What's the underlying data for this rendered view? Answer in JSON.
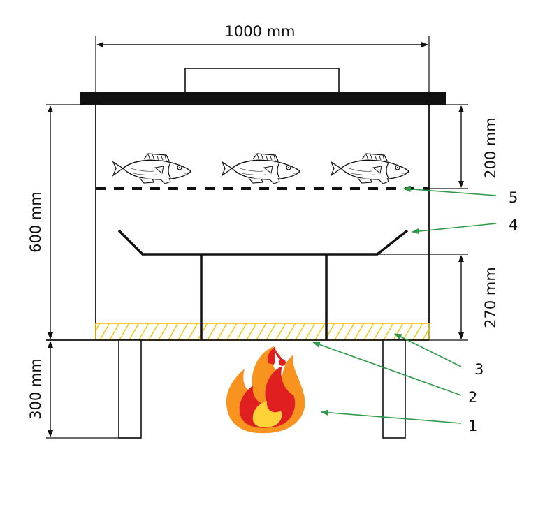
{
  "dimensions": {
    "width": "1000 mm",
    "chamber_height": "600 mm",
    "fish_zone_height": "200 mm",
    "pan_zone_height": "270 mm",
    "leg_height": "300 mm"
  },
  "callouts": [
    "5",
    "4",
    "3",
    "2",
    "1"
  ],
  "colors": {
    "line": "#111111",
    "arrow": "#2e9a4a",
    "hatch": "#f2c200",
    "flame_outer": "#f7931e",
    "flame_inner": "#e02020",
    "flame_core": "#ffd23a"
  },
  "icons": [
    "fish-icon",
    "flame-icon"
  ]
}
